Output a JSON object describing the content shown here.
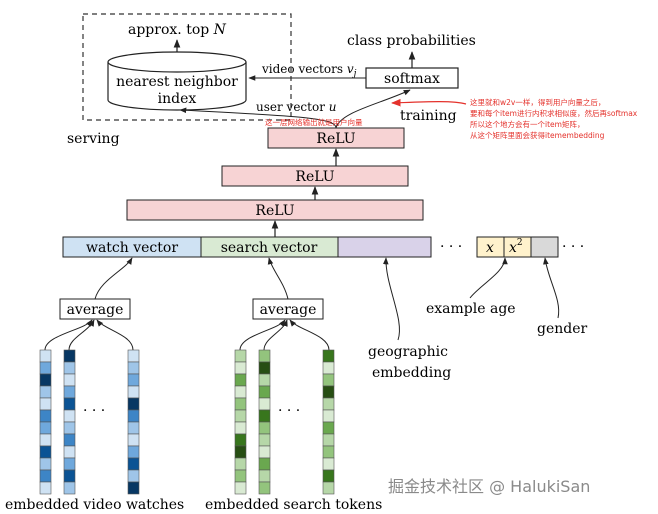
{
  "serving": {
    "box_title": "approx. top",
    "box_title_var": "N",
    "index_label_line1": "nearest neighbor",
    "index_label_line2": "index",
    "side_label": "serving"
  },
  "training": {
    "class_probabilities": "class probabilities",
    "softmax": "softmax",
    "video_vectors": "video vectors",
    "video_vectors_var": "v",
    "video_vectors_sub": "j",
    "user_vector": "user vector",
    "user_vector_var": "u",
    "training_label": "training"
  },
  "annotations": {
    "red_small": "这一层网络输出就是用户向量",
    "red_note_lines": [
      "这里就和w2v一样，得到用户向量之后，",
      "要和每个item进行内积求相似度，然后再softmax",
      "所以这个地方会有一个item矩阵，",
      "从这个矩阵里面会获得itemembedding"
    ],
    "colors": {
      "red": "#e4322c"
    }
  },
  "layers": [
    "ReLU",
    "ReLU",
    "ReLU"
  ],
  "input_vector": {
    "watch": "watch vector",
    "search": "search vector",
    "ellipsis": "· · ·",
    "x": "x",
    "x2_base": "x",
    "x2_exp": "2",
    "ellipsis2": "· · ·"
  },
  "inputs": {
    "average_1": "average",
    "average_2": "average",
    "geographic_line1": "geographic",
    "geographic_line2": "embedding",
    "example_age": "example age",
    "gender": "gender",
    "embedded_video_watches": "embedded video watches",
    "embedded_search_tokens": "embedded search tokens",
    "dots_1": "· · ·",
    "dots_2": "· · ·"
  },
  "colors": {
    "relu_fill": "#f7d3d4",
    "watch_fill": "#cfe2f3",
    "search_fill": "#d9ead3",
    "geo_fill": "#d9d2e9",
    "age_fill": "#fff2cc",
    "gender_fill": "#d9d9d9"
  },
  "watermark": "掘金技术社区 @ HalukiSan"
}
